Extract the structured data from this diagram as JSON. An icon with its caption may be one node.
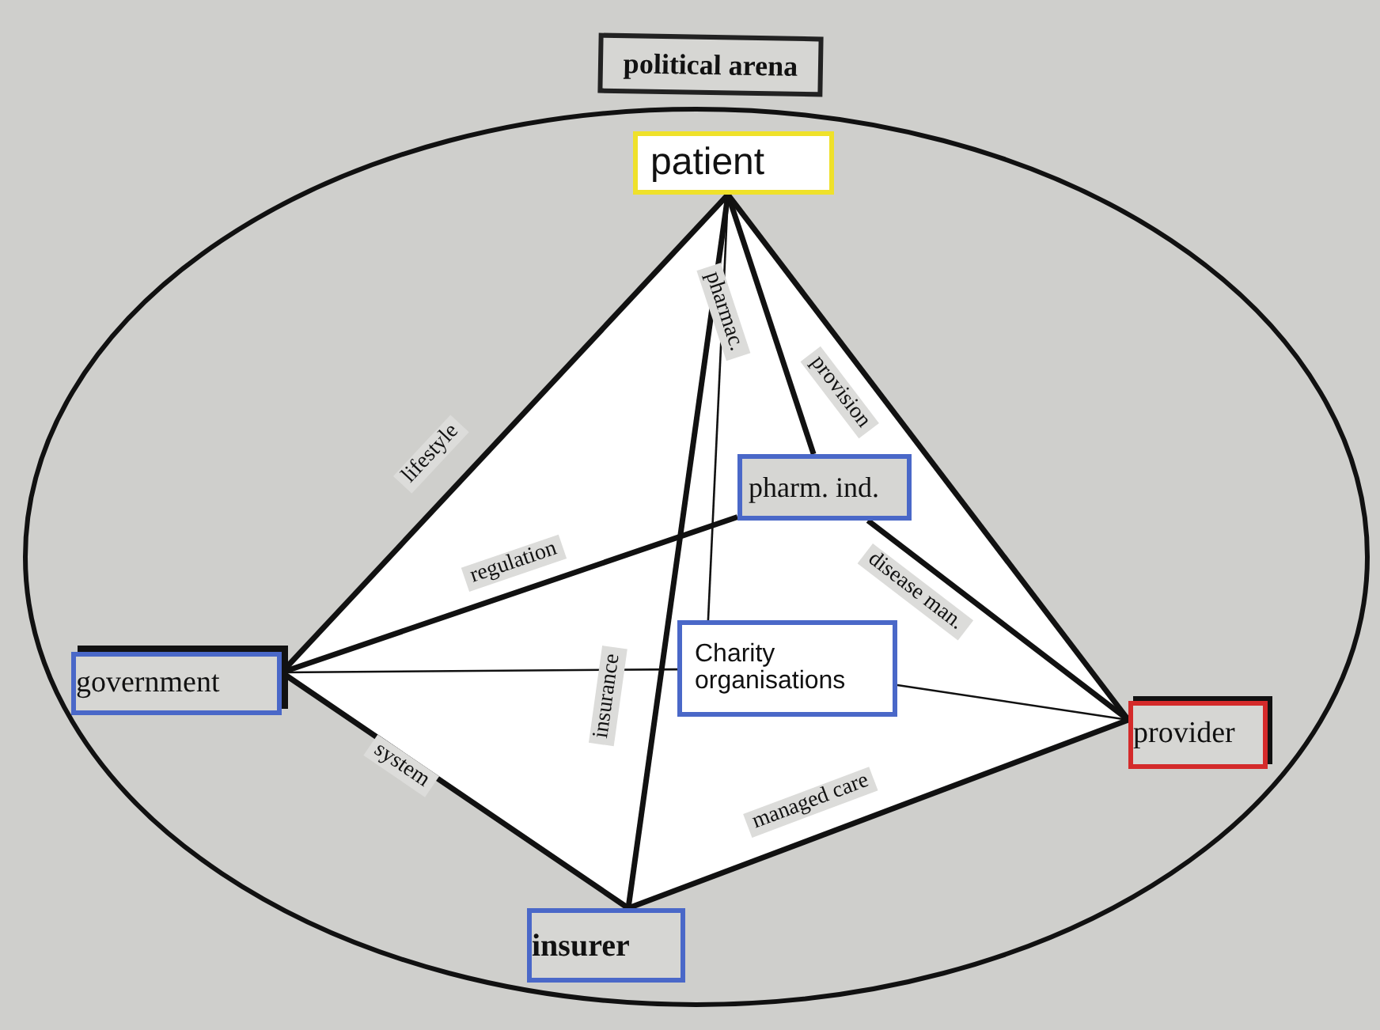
{
  "diagram": {
    "nodes": [
      {
        "text": [
          "political arena"
        ]
      },
      {
        "text": [
          "patient"
        ],
        "in": 0
      },
      {
        "text": [
          "pharm. ind."
        ],
        "in": 0
      },
      {
        "text": [
          "government"
        ],
        "in": 0
      },
      {
        "text": [
          "Charity organisations"
        ],
        "in": 0
      },
      {
        "text": [
          "provider"
        ],
        "in": 0
      },
      {
        "text": [
          "insurer"
        ],
        "in": 0
      }
    ],
    "edges": [
      {
        "from": 1,
        "to": 3,
        "arrow": "none",
        "label": "lifestyle"
      },
      {
        "from": 1,
        "to": 2,
        "arrow": "none",
        "label": "pharmac."
      },
      {
        "from": 1,
        "to": 5,
        "arrow": "none",
        "label": "provision"
      },
      {
        "from": 1,
        "to": 6,
        "arrow": "none",
        "label": "insurance"
      },
      {
        "from": 1,
        "to": 4,
        "arrow": "none"
      },
      {
        "from": 3,
        "to": 2,
        "arrow": "none",
        "label": "regulation"
      },
      {
        "from": 3,
        "to": 4,
        "arrow": "none"
      },
      {
        "from": 3,
        "to": 6,
        "arrow": "none",
        "label": "system"
      },
      {
        "from": 2,
        "to": 5,
        "arrow": "none",
        "label": "disease man."
      },
      {
        "from": 4,
        "to": 5,
        "arrow": "none"
      },
      {
        "from": 6,
        "to": 5,
        "arrow": "none",
        "label": "managed care"
      }
    ]
  }
}
